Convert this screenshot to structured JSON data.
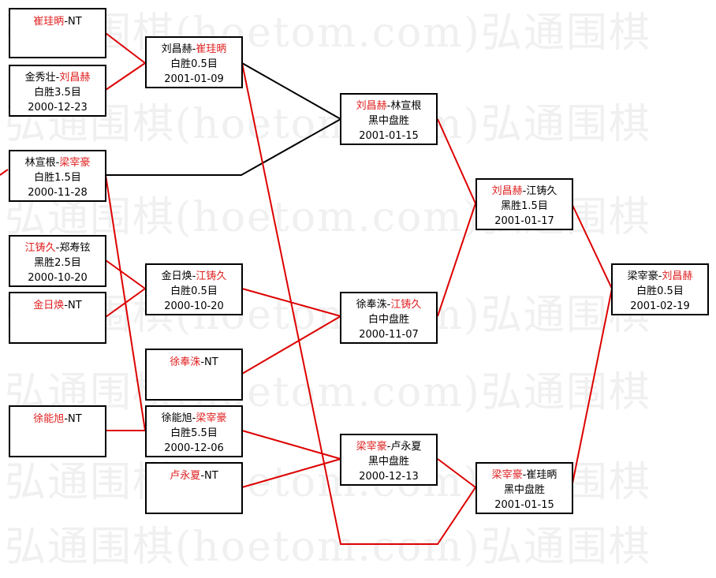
{
  "colors": {
    "winner_red": "#e02020",
    "line_black": "#000000",
    "line_red": "#dd0000"
  },
  "watermark": {
    "text": "弘通围棋(hoetom.com)弘通围棋"
  },
  "round1": [
    {
      "p1": "崔珪昞",
      "p2": "NT",
      "win": "p1"
    },
    {
      "p1": "金秀壮",
      "p2": "刘昌赫",
      "result": "白胜3.5目",
      "date": "2000-12-23",
      "win": "p2"
    },
    {
      "p1": "林宣根",
      "p2": "梁宰豪",
      "result": "白胜1.5目",
      "date": "2000-11-28",
      "win": "p2"
    },
    {
      "p1": "江铸久",
      "p2": "郑寿铉",
      "result": "黑胜2.5目",
      "date": "2000-10-20",
      "win": "p1"
    },
    {
      "p1": "金日焕",
      "p2": "NT",
      "win": "p1"
    },
    {
      "p1": "徐能旭",
      "p2": "NT",
      "win": "p1"
    }
  ],
  "round2": [
    {
      "p1": "刘昌赫",
      "p2": "崔珪昞",
      "result": "白胜0.5目",
      "date": "2001-01-09",
      "win": "p2"
    },
    {
      "p1": "金日焕",
      "p2": "江铸久",
      "result": "白胜0.5目",
      "date": "2000-10-20",
      "win": "p2"
    },
    {
      "p1": "徐奉洙",
      "p2": "NT",
      "win": "p1"
    },
    {
      "p1": "徐能旭",
      "p2": "梁宰豪",
      "result": "白胜5.5目",
      "date": "2000-12-06",
      "win": "p2"
    },
    {
      "p1": "卢永夏",
      "p2": "NT",
      "win": "p1"
    }
  ],
  "round3": [
    {
      "p1": "刘昌赫",
      "p2": "林宣根",
      "result": "黑中盘胜",
      "date": "2001-01-15",
      "win": "p1"
    },
    {
      "p1": "徐奉洙",
      "p2": "江铸久",
      "result": "白中盘胜",
      "date": "2000-11-07",
      "win": "p2"
    },
    {
      "p1": "梁宰豪",
      "p2": "卢永夏",
      "result": "黑中盘胜",
      "date": "2000-12-13",
      "win": "p1"
    }
  ],
  "round4": [
    {
      "p1": "刘昌赫",
      "p2": "江铸久",
      "result": "黑胜1.5目",
      "date": "2001-01-17",
      "win": "p1"
    },
    {
      "p1": "梁宰豪",
      "p2": "崔珪昞",
      "result": "黑中盘胜",
      "date": "2001-01-15",
      "win": "p1"
    }
  ],
  "final": {
    "p1": "梁宰豪",
    "p2": "刘昌赫",
    "result": "白胜0.5目",
    "date": "2001-02-19",
    "win": "p2"
  }
}
